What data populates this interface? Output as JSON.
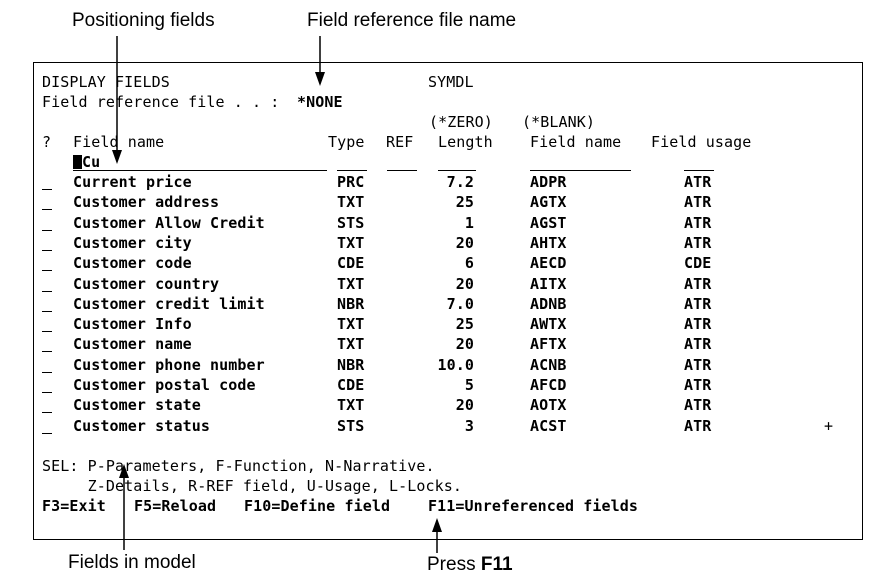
{
  "callouts": {
    "positioning_fields": "Positioning fields",
    "field_reference_file_name": "Field reference file name",
    "fields_in_model": "Fields in model",
    "press_prefix": "Press ",
    "press_key": "F11"
  },
  "screen": {
    "title": "DISPLAY FIELDS",
    "model_name": "SYMDL",
    "field_ref_label": "Field reference file . . :",
    "field_ref_value": "*NONE",
    "col_hint_zero": "(*ZERO)",
    "col_hint_blank": "(*BLANK)",
    "headers": {
      "sel": "?",
      "field_name": "Field name",
      "type": "Type",
      "ref": "REF",
      "length": "Length",
      "dict_field_name": "Field name",
      "field_usage": "Field usage"
    },
    "position_input_value": "Cu",
    "rows": [
      {
        "name": "Current price",
        "type": "PRC",
        "length": "7.2",
        "code": "ADPR",
        "usage": "ATR"
      },
      {
        "name": "Customer address",
        "type": "TXT",
        "length": "25",
        "code": "AGTX",
        "usage": "ATR"
      },
      {
        "name": "Customer Allow Credit",
        "type": "STS",
        "length": "1",
        "code": "AGST",
        "usage": "ATR"
      },
      {
        "name": "Customer city",
        "type": "TXT",
        "length": "20",
        "code": "AHTX",
        "usage": "ATR"
      },
      {
        "name": "Customer code",
        "type": "CDE",
        "length": "6",
        "code": "AECD",
        "usage": "CDE"
      },
      {
        "name": "Customer country",
        "type": "TXT",
        "length": "20",
        "code": "AITX",
        "usage": "ATR"
      },
      {
        "name": "Customer credit limit",
        "type": "NBR",
        "length": "7.0",
        "code": "ADNB",
        "usage": "ATR"
      },
      {
        "name": "Customer Info",
        "type": "TXT",
        "length": "25",
        "code": "AWTX",
        "usage": "ATR"
      },
      {
        "name": "Customer name",
        "type": "TXT",
        "length": "20",
        "code": "AFTX",
        "usage": "ATR"
      },
      {
        "name": "Customer phone number",
        "type": "NBR",
        "length": "10.0",
        "code": "ACNB",
        "usage": "ATR"
      },
      {
        "name": "Customer postal code",
        "type": "CDE",
        "length": "5",
        "code": "AFCD",
        "usage": "ATR"
      },
      {
        "name": "Customer state",
        "type": "TXT",
        "length": "20",
        "code": "AOTX",
        "usage": "ATR"
      },
      {
        "name": "Customer status",
        "type": "STS",
        "length": "3",
        "code": "ACST",
        "usage": "ATR"
      }
    ],
    "more_indicator": "+",
    "sel_line1": "SEL: P-Parameters, F-Function, N-Narrative.",
    "sel_line2": "     Z-Details, R-REF field, U-Usage, L-Locks.",
    "fkeys": {
      "f3": "F3=Exit",
      "f5": "F5=Reload",
      "f10": "F10=Define field",
      "f11": "F11=Unreferenced fields"
    }
  }
}
